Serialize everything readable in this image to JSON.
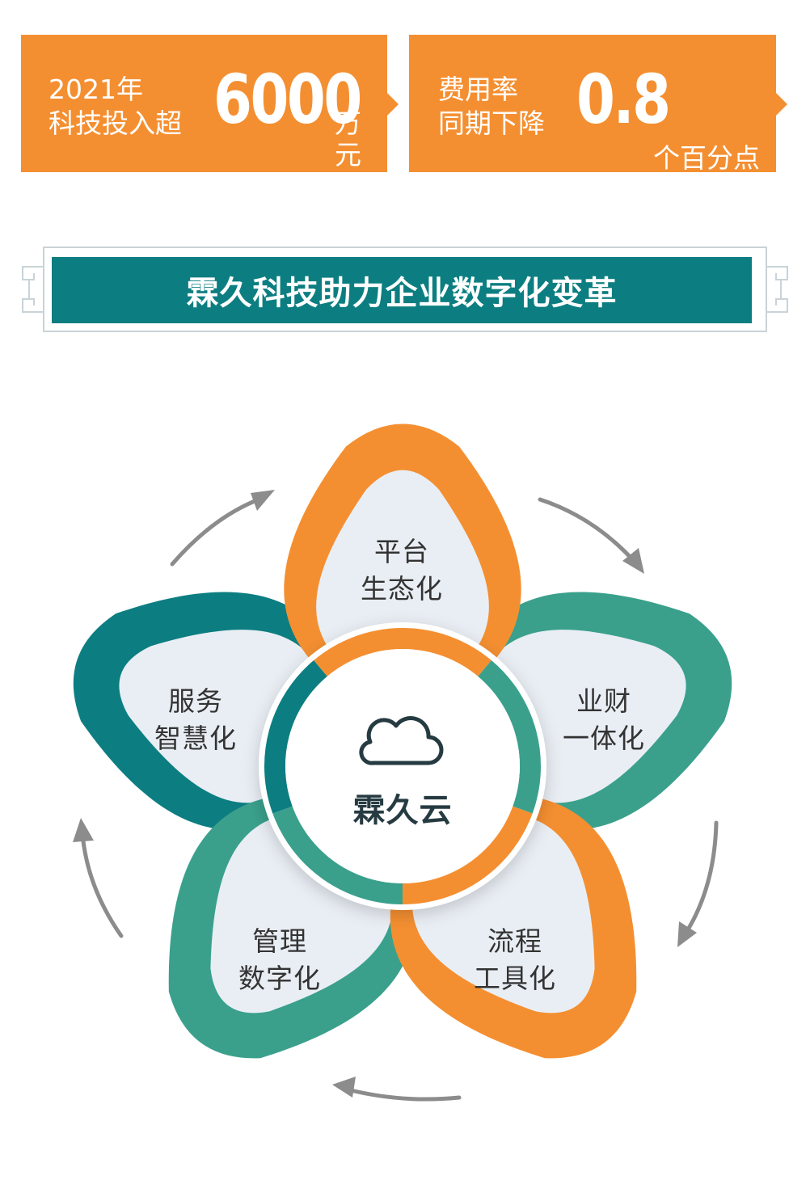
{
  "stats": [
    {
      "line1": "2021年",
      "line2": "科技投入超",
      "big": "6000",
      "unit": "万元"
    },
    {
      "line1": "费用率",
      "line2": "同期下降",
      "big": "0.8",
      "unit": "个百分点"
    }
  ],
  "banner": {
    "title": "霖久科技助力企业数字化变革"
  },
  "diagram": {
    "center_label": "霖久云",
    "petals": [
      {
        "line1": "平台",
        "line2": "生态化"
      },
      {
        "line1": "业财",
        "line2": "一体化"
      },
      {
        "line1": "流程",
        "line2": "工具化"
      },
      {
        "line1": "管理",
        "line2": "数字化"
      },
      {
        "line1": "服务",
        "line2": "智慧化"
      }
    ]
  },
  "colors": {
    "orange": "#f48f31",
    "teal_dark": "#0c7e81",
    "teal_green": "#3aa08c",
    "petal_fill": "#e9eef4",
    "arrow_gray": "#8c8c8c"
  }
}
